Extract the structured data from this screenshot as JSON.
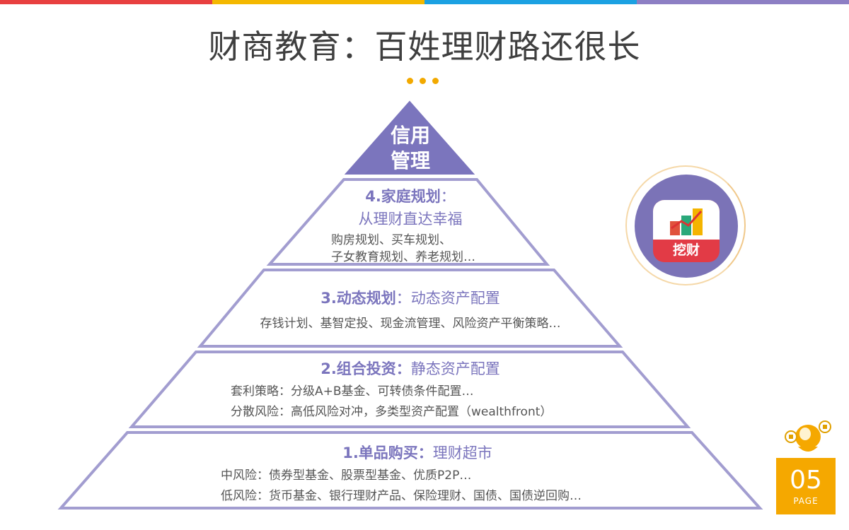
{
  "colors": {
    "accent_purple": "#7b75bd",
    "line_purple": "#a29dd0",
    "gold": "#f2a900",
    "top_bar": [
      "#e84040",
      "#f4b800",
      "#1ba1e2",
      "#8d7fc4"
    ]
  },
  "title": "财商教育：百姓理财路还很长",
  "pyramid": {
    "apex": {
      "line1": "信用",
      "line2": "管理"
    },
    "tiers": [
      {
        "heading_bold": "4.家庭规划",
        "heading_sep": "：",
        "heading_rest": "",
        "subheading": "从理财直达幸福",
        "details": [
          "购房规划、买车规划、",
          "子女教育规划、养老规划…"
        ]
      },
      {
        "heading_bold": "3.动态规划",
        "heading_sep": "：",
        "heading_rest": "动态资产配置",
        "details": [
          "存钱计划、基智定投、现金流管理、风险资产平衡策略…"
        ]
      },
      {
        "heading_bold": "2.组合投资：",
        "heading_sep": "",
        "heading_rest": "静态资产配置",
        "details": [
          "套利策略：分级A+B基金、可转债条件配置…",
          "分散风险：高低风险对冲，多类型资产配置（wealthfront）"
        ]
      },
      {
        "heading_bold": "1.单品购买：",
        "heading_sep": "",
        "heading_rest": "理财超市",
        "details": [
          "中风险：债券型基金、股票型基金、优质P2P…",
          "低风险：货币基金、银行理财产品、保险理财、国债、国债逆回购…"
        ]
      }
    ]
  },
  "logo": {
    "text": "挖财",
    "icon": "chart-app-icon"
  },
  "page_badge": {
    "number": "05",
    "label": "PAGE",
    "mascot_icon": "mascot-icon"
  }
}
